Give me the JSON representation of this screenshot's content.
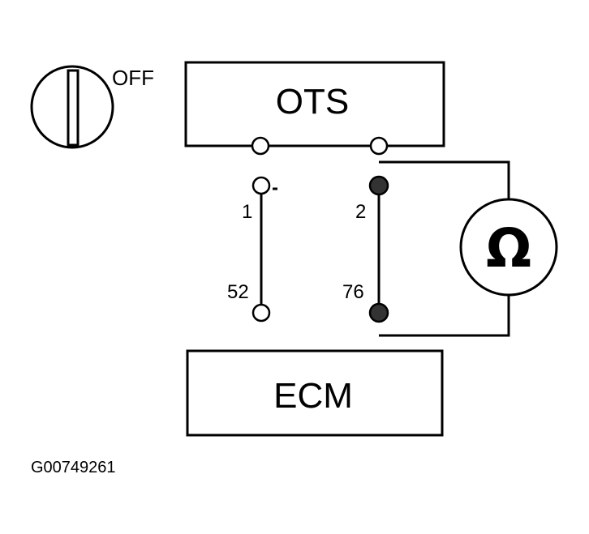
{
  "ignition_switch": {
    "position_label": "OFF"
  },
  "components": {
    "ots_label": "OTS",
    "ecm_label": "ECM"
  },
  "pins": {
    "ots_pin_1": "1",
    "ots_pin_2": "2",
    "ecm_pin_52": "52",
    "ecm_pin_76": "76"
  },
  "meter": {
    "symbol": "Ω",
    "icon": "ohmmeter-icon"
  },
  "figure_code": "G00749261"
}
